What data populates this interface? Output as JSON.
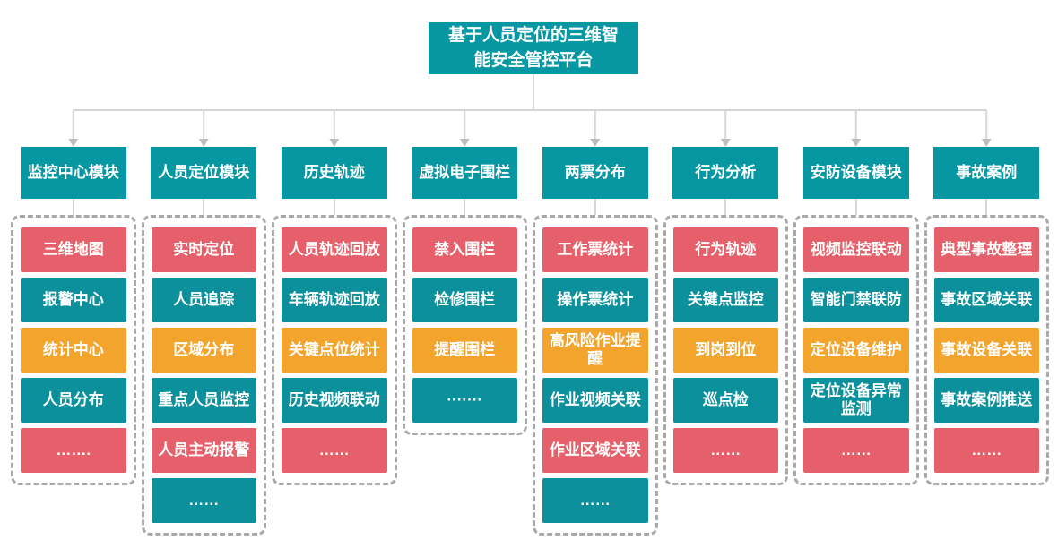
{
  "root": {
    "title": "基于人员定位的三维智能安全管控平台"
  },
  "colors": {
    "teal": "#0697A3",
    "teal_item": "#0B909C",
    "red": "#E5606A",
    "orange": "#F3A42C",
    "connector": "#D6D6D6",
    "arrow": "#BDBDBD",
    "dashed_border": "#A9A9A9",
    "text": "#FFFFFF"
  },
  "columns": [
    {
      "header": "监控中心模块",
      "items": [
        {
          "label": "三维地图",
          "color": "red"
        },
        {
          "label": "报警中心",
          "color": "teal"
        },
        {
          "label": "统计中心",
          "color": "orange"
        },
        {
          "label": "人员分布",
          "color": "teal"
        },
        {
          "label": "…….",
          "color": "red"
        }
      ]
    },
    {
      "header": "人员定位模块",
      "items": [
        {
          "label": "实时定位",
          "color": "red"
        },
        {
          "label": "人员追踪",
          "color": "teal"
        },
        {
          "label": "区域分布",
          "color": "orange"
        },
        {
          "label": "重点人员监控",
          "color": "teal"
        },
        {
          "label": "人员主动报警",
          "color": "red"
        },
        {
          "label": "……",
          "color": "teal"
        }
      ]
    },
    {
      "header": "历史轨迹",
      "items": [
        {
          "label": "人员轨迹回放",
          "color": "red"
        },
        {
          "label": "车辆轨迹回放",
          "color": "teal"
        },
        {
          "label": "关键点位统计",
          "color": "orange"
        },
        {
          "label": "历史视频联动",
          "color": "teal"
        },
        {
          "label": "……",
          "color": "red"
        }
      ]
    },
    {
      "header": "虚拟电子围栏",
      "items": [
        {
          "label": "禁入围栏",
          "color": "red"
        },
        {
          "label": "检修围栏",
          "color": "teal"
        },
        {
          "label": "提醒围栏",
          "color": "orange"
        },
        {
          "label": "·······",
          "color": "teal"
        }
      ]
    },
    {
      "header": "两票分布",
      "items": [
        {
          "label": "工作票统计",
          "color": "red"
        },
        {
          "label": "操作票统计",
          "color": "teal"
        },
        {
          "label": "高风险作业提醒",
          "color": "orange"
        },
        {
          "label": "作业视频关联",
          "color": "teal"
        },
        {
          "label": "作业区域关联",
          "color": "red"
        },
        {
          "label": "……",
          "color": "teal"
        }
      ]
    },
    {
      "header": "行为分析",
      "items": [
        {
          "label": "行为轨迹",
          "color": "red"
        },
        {
          "label": "关键点监控",
          "color": "teal"
        },
        {
          "label": "到岗到位",
          "color": "orange"
        },
        {
          "label": "巡点检",
          "color": "teal"
        },
        {
          "label": "……",
          "color": "red"
        }
      ]
    },
    {
      "header": "安防设备模块",
      "items": [
        {
          "label": "视频监控联动",
          "color": "red"
        },
        {
          "label": "智能门禁联防",
          "color": "teal"
        },
        {
          "label": "定位设备维护",
          "color": "orange"
        },
        {
          "label": "定位设备异常监测",
          "color": "teal"
        },
        {
          "label": "……",
          "color": "red"
        }
      ]
    },
    {
      "header": "事故案例",
      "items": [
        {
          "label": "典型事故整理",
          "color": "red"
        },
        {
          "label": "事故区域关联",
          "color": "teal"
        },
        {
          "label": "事故设备关联",
          "color": "orange"
        },
        {
          "label": "事故案例推送",
          "color": "teal"
        },
        {
          "label": "……",
          "color": "red"
        }
      ]
    }
  ]
}
